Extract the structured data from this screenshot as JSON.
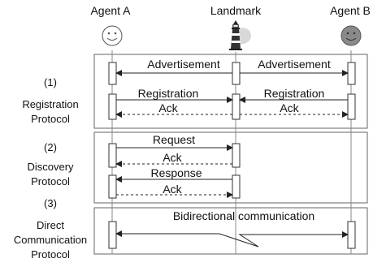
{
  "participants": [
    {
      "name": "Agent A",
      "icon": "smiley-face-icon",
      "face_color": "#ffffff"
    },
    {
      "name": "Landmark",
      "icon": "lighthouse-icon"
    },
    {
      "name": "Agent B",
      "icon": "smiley-face-icon",
      "face_color": "#8a8a8a"
    }
  ],
  "sections": [
    {
      "number": "(1)",
      "title_lines": [
        "Registration",
        "Protocol"
      ]
    },
    {
      "number": "(2)",
      "title_lines": [
        "Discovery",
        "Protocol"
      ]
    },
    {
      "number": "(3)",
      "title_lines": [
        "Direct",
        "Communication",
        "Protocol"
      ]
    }
  ],
  "messages": {
    "advertisement_a": "Advertisement",
    "advertisement_b": "Advertisement",
    "registration_a": "Registration",
    "registration_b": "Registration",
    "ack_reg_a": "Ack",
    "ack_reg_b": "Ack",
    "request": "Request",
    "ack_request": "Ack",
    "response": "Response",
    "ack_response": "Ack",
    "bidirectional": "Bidirectional communication"
  },
  "colors": {
    "line": "#222222",
    "frame": "#666666",
    "lifeline": "#888888"
  }
}
